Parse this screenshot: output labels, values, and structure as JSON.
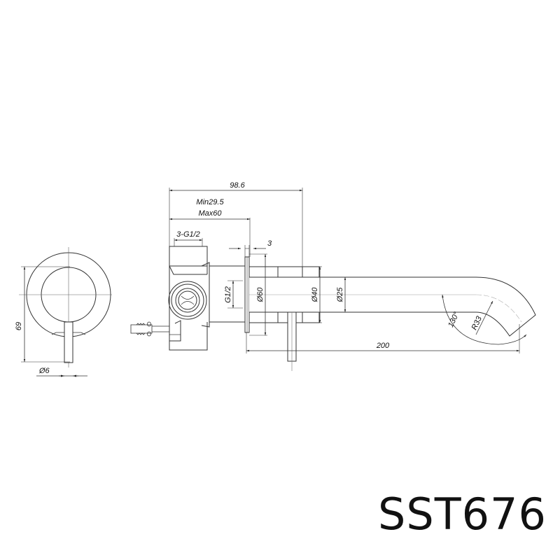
{
  "drawing": {
    "model_code": "SST676",
    "front_view": {
      "height_label": "69",
      "pin_diameter_label": "Ø6"
    },
    "side_view": {
      "overall_depth_label": "98.6",
      "install_depth_min_label": "Min29.5",
      "install_depth_max_label": "Max60",
      "inlet_thread_label": "3-G1/2",
      "flange_thickness_label": "3",
      "outlet_thread_label": "G1/2",
      "flange_diameter_label": "Ø60",
      "spout_base_diameter_label": "Ø40",
      "spout_tube_diameter_label": "Ø25",
      "spout_length_label": "200",
      "bend_angle_label": "130°",
      "bend_radius_label": "R33"
    },
    "line_color": "#333333",
    "center_line_color": "#888888"
  }
}
